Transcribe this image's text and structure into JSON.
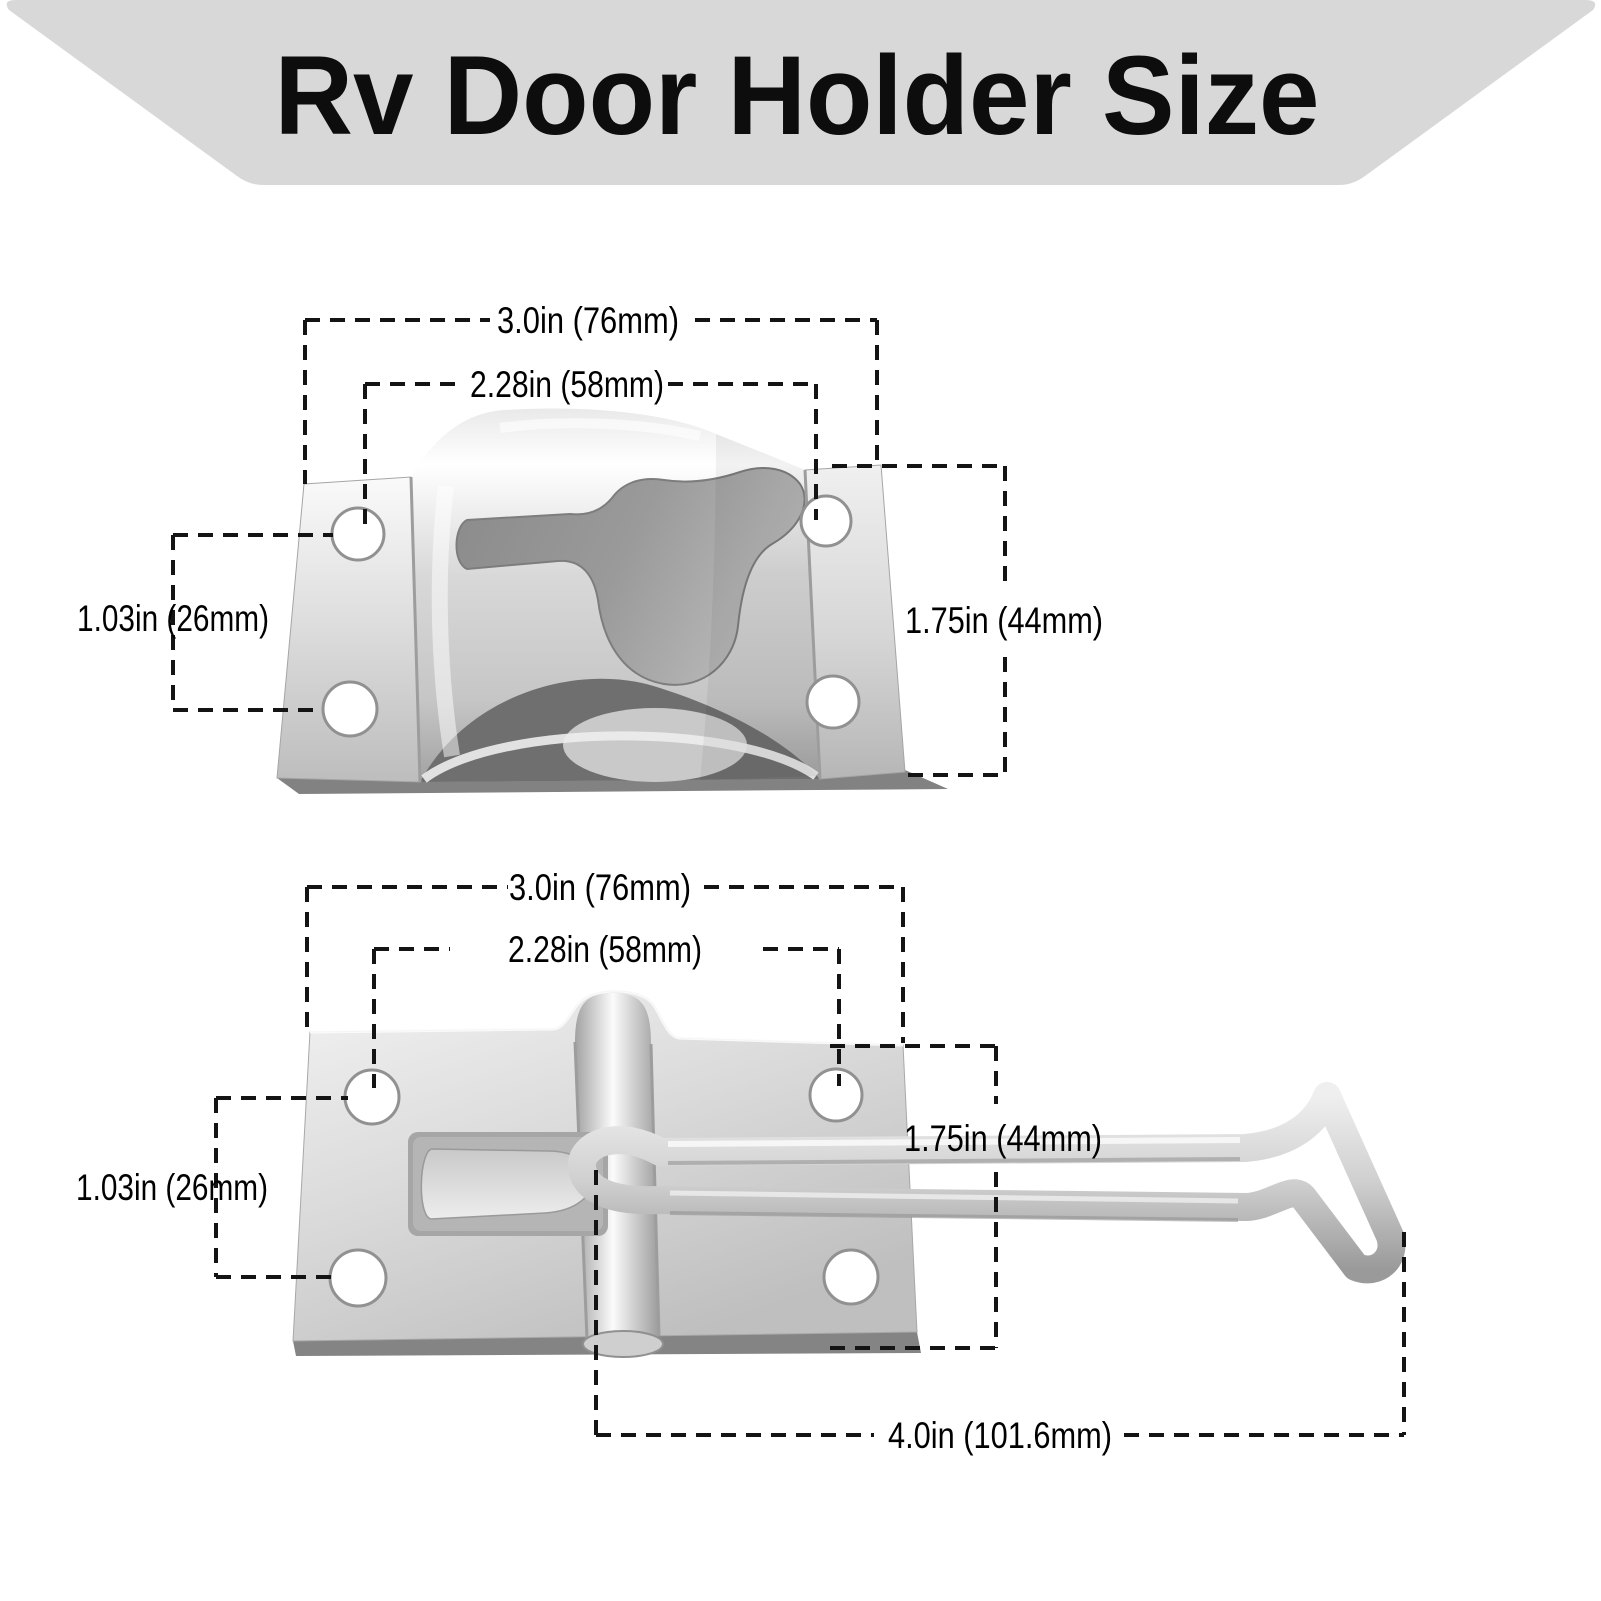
{
  "header": {
    "title": "Rv Door Holder Size",
    "banner_color": "#d8d8d8",
    "title_color": "#0d0d0d"
  },
  "colors": {
    "dimension_line": "#141414",
    "metal_light": "#f4f4f4",
    "metal_mid": "#c2c2c2",
    "metal_dark": "#8a8a8a"
  },
  "top_diagram": {
    "dim_width": "3.0in (76mm)",
    "dim_hole_span": "2.28in (58mm)",
    "dim_hole_gap": "1.03in (26mm)",
    "dim_height": "1.75in (44mm)"
  },
  "bottom_diagram": {
    "dim_width": "3.0in (76mm)",
    "dim_hole_span": "2.28in (58mm)",
    "dim_hole_gap": "1.03in (26mm)",
    "dim_height": "1.75in (44mm)",
    "dim_hook_length": "4.0in (101.6mm)"
  }
}
